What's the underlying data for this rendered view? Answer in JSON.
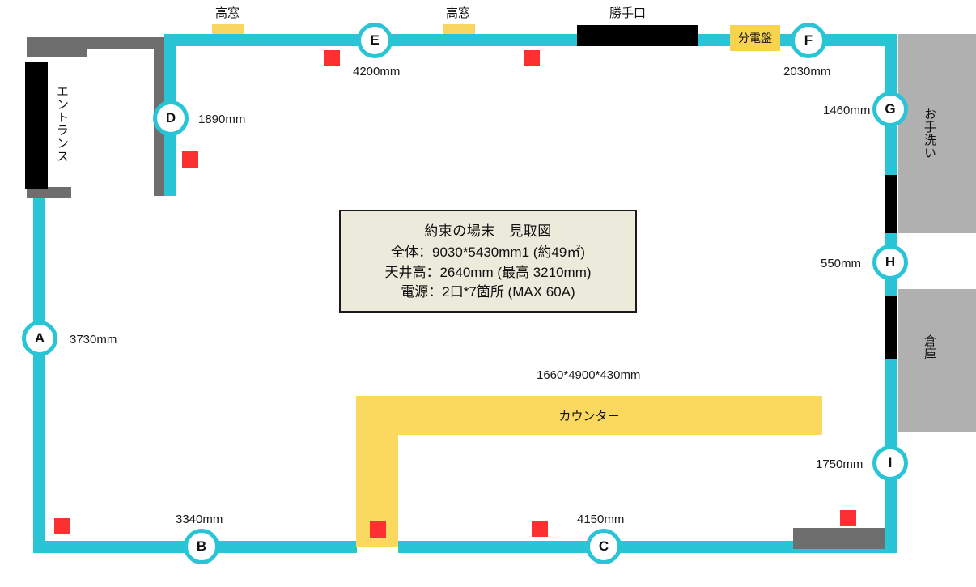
{
  "diagram": {
    "title": "約束の場末　見取図",
    "type": "floor-plan"
  },
  "info_box": {
    "title": "約束の場末　見取図",
    "line_total": "全体：9030*5430mm1 (約49㎡)",
    "line_ceiling": "天井高：2640mm (最高 3210mm)",
    "line_power": "電源：2口*7箇所 (MAX 60A)"
  },
  "markers": [
    {
      "id": "A",
      "label": "A",
      "dimension": "3730mm"
    },
    {
      "id": "B",
      "label": "B",
      "dimension": "3340mm"
    },
    {
      "id": "C",
      "label": "C",
      "dimension": "4150mm"
    },
    {
      "id": "D",
      "label": "D",
      "dimension": "1890mm"
    },
    {
      "id": "E",
      "label": "E",
      "dimension": "4200mm"
    },
    {
      "id": "F",
      "label": "F",
      "dimension": "2030mm"
    },
    {
      "id": "G",
      "label": "G",
      "dimension": "1460mm"
    },
    {
      "id": "H",
      "label": "H",
      "dimension": "550mm"
    },
    {
      "id": "I",
      "label": "I",
      "dimension": "1750mm"
    }
  ],
  "rooms": {
    "entrance": "エントランス",
    "toilet": "お手洗い",
    "storage": "倉庫"
  },
  "features": {
    "high_window_1": "高窓",
    "high_window_2": "高窓",
    "back_door": "勝手口",
    "distribution_board": "分電盤",
    "counter_label": "カウンター",
    "counter_dimension": "1660*4900*430mm"
  },
  "colors": {
    "wall": "#29c5d6",
    "solid_wall": "#6e6e6e",
    "door": "#000000",
    "room_fill": "#b0b0b0",
    "window": "#f7d560",
    "counter": "#fbd95e",
    "outlet": "#fc3030",
    "info_bg": "#eceadb"
  }
}
